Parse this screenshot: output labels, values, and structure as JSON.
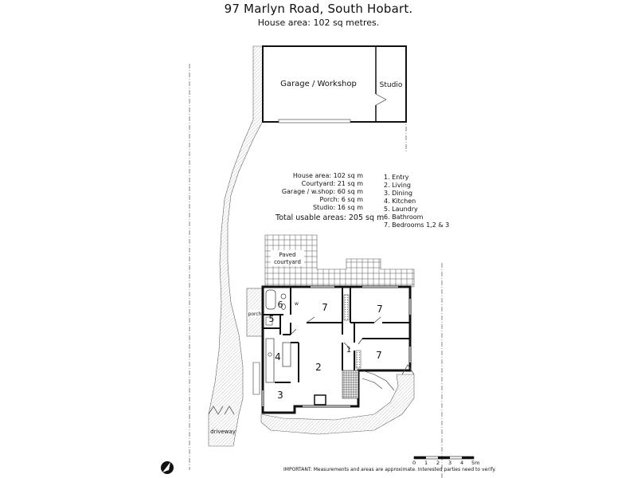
{
  "header": {
    "title": "97 Marlyn Road, South Hobart.",
    "subtitle": "House area: 102 sq metres."
  },
  "outbuilding": {
    "garage_label": "Garage / Workshop",
    "studio_label": "Studio"
  },
  "outdoor": {
    "courtyard_label_1": "Paved",
    "courtyard_label_2": "courtyard",
    "porch_label": "porch",
    "driveway_label": "driveway"
  },
  "rooms": {
    "entry": "1",
    "living": "2",
    "dining": "3",
    "kitchen": "4",
    "laundry": "5",
    "bathroom": "6",
    "bedroom_a": "7",
    "bedroom_b": "7",
    "bedroom_c": "7"
  },
  "areas": [
    "House area: 102 sq m",
    "Courtyard: 21 sq m",
    "Garage / w.shop: 60 sq m",
    "Porch: 6 sq m",
    "Studio: 16 sq m"
  ],
  "total": "Total usable areas: 205 sq m",
  "legend": [
    "1. Entry",
    "2. Living",
    "3. Dining",
    "4. Kitchen",
    "5. Laundry",
    "6. Bathroom",
    "7. Bedrooms 1,2 & 3"
  ],
  "scale": {
    "ticks": [
      "0",
      "1",
      "2",
      "3",
      "4",
      "5m"
    ]
  },
  "footer": {
    "disclaimer": "IMPORTANT: Measurements and areas are approximate. Interested parties need to verify."
  },
  "colors": {
    "hatch": "#9a9a9a",
    "wall": "#111111",
    "tile": "#555555"
  }
}
